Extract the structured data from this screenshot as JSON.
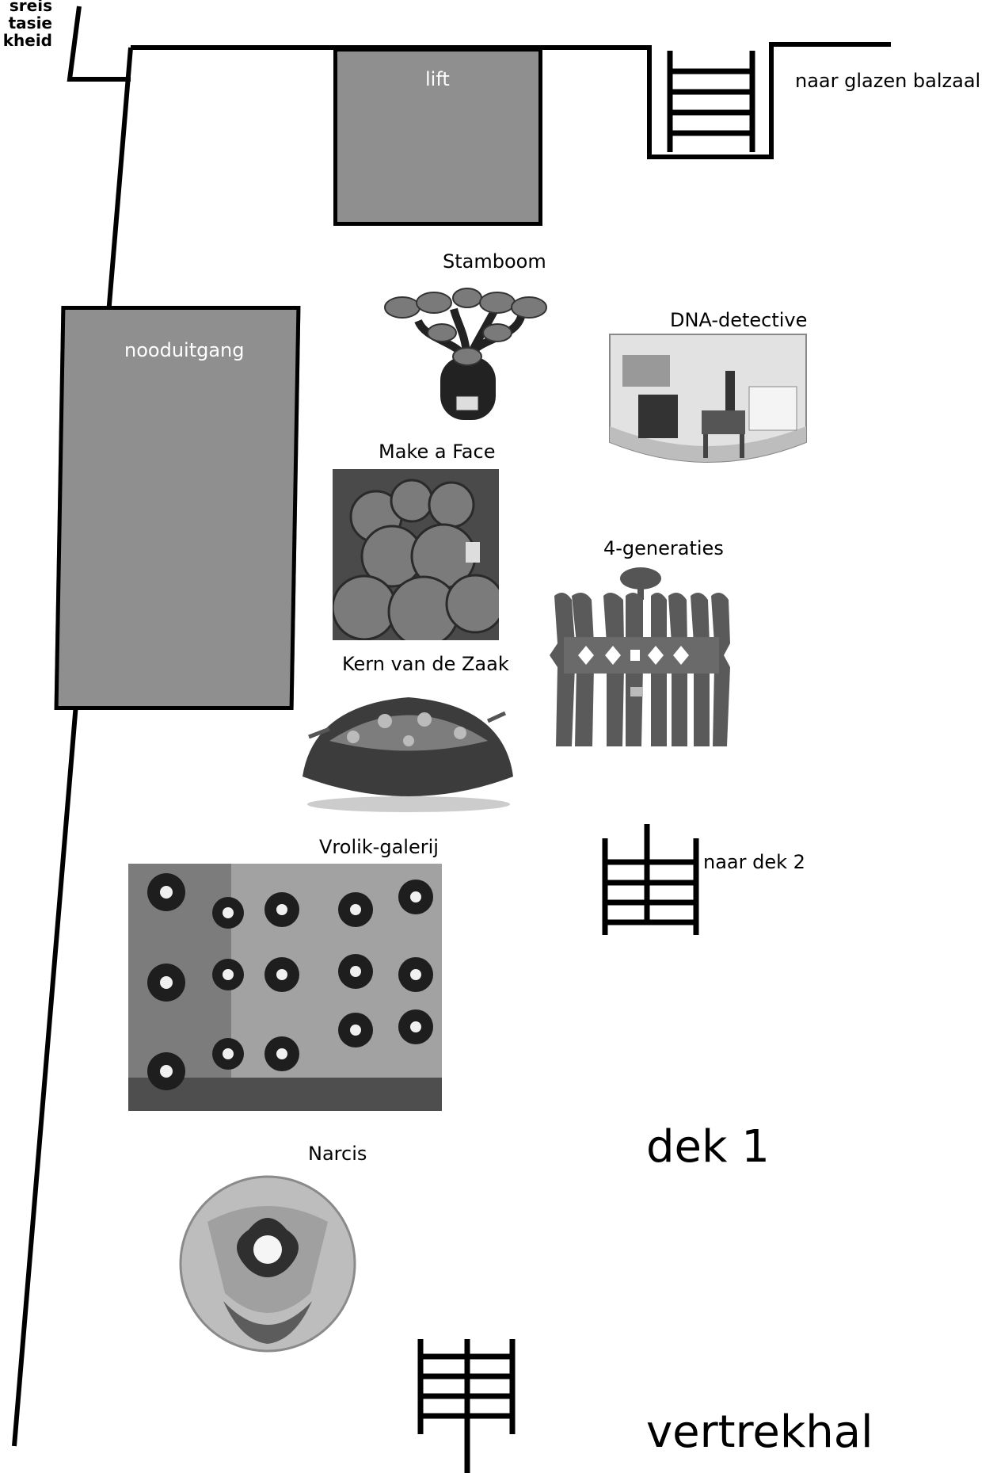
{
  "map": {
    "corner_text": "sreis\ntasie\nkheid",
    "rooms": {
      "lift": "lift",
      "nooduitgang": "nooduitgang"
    },
    "exhibits": {
      "stamboom": "Stamboom",
      "dna_detective": "DNA-detective",
      "make_a_face": "Make a Face",
      "vier_generaties": "4-generaties",
      "kern_van_de_zaak": "Kern van de Zaak",
      "vrolik_galerij": "Vrolik-galerij",
      "narcis": "Narcis"
    },
    "stairs": {
      "top": "naar glazen balzaal",
      "middle": "naar dek 2"
    },
    "deck_title": "dek 1",
    "exit_title": "vertrekhal",
    "colors": {
      "room_fill": "#8f8f8f",
      "lines": "#000000",
      "background": "#ffffff"
    }
  }
}
